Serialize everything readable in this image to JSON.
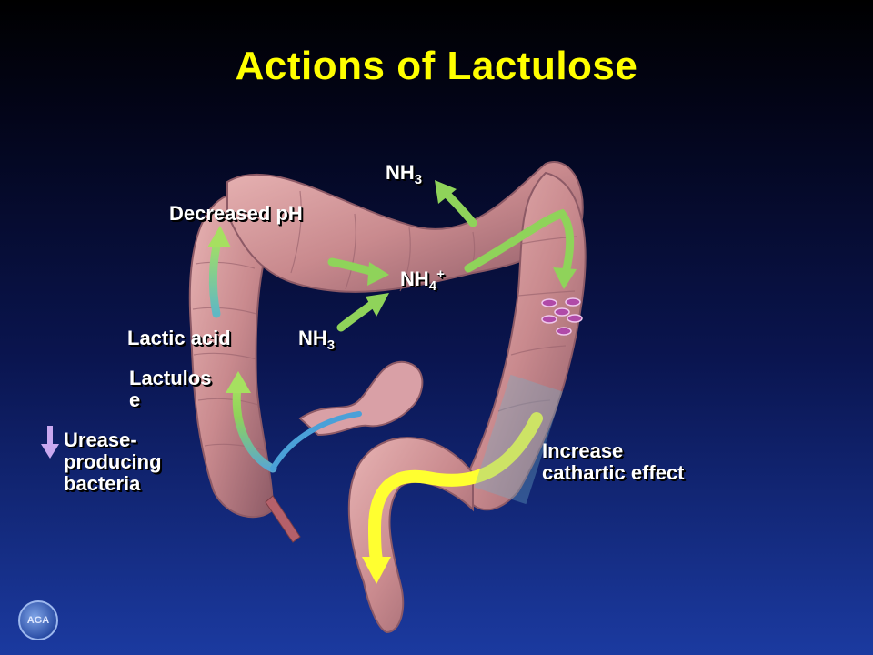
{
  "title": "Actions of Lactulose",
  "labels": {
    "nh3_top": {
      "base": "NH",
      "sub": "3"
    },
    "decreased_ph": "Decreased pH",
    "nh4": {
      "base": "NH",
      "sub": "4",
      "sup": "+"
    },
    "lactic_acid": "Lactic acid",
    "nh3_mid": {
      "base": "NH",
      "sub": "3"
    },
    "lactulose_line1": "Lactulos",
    "lactulose_line2": "e",
    "urease_line1": "Urease-",
    "urease_line2": "producing",
    "urease_line3": "bacteria",
    "increase_line1": "Increase",
    "increase_line2": "cathartic effect"
  },
  "logo": {
    "text": "AGA"
  },
  "colors": {
    "title": "#ffff00",
    "colon": "#c98a8e",
    "arrow_green": "#8fd35a",
    "arrow_yellow": "#ffff30",
    "down_arrow": "#c9a8f0",
    "bacteria": "#b04aa8"
  }
}
